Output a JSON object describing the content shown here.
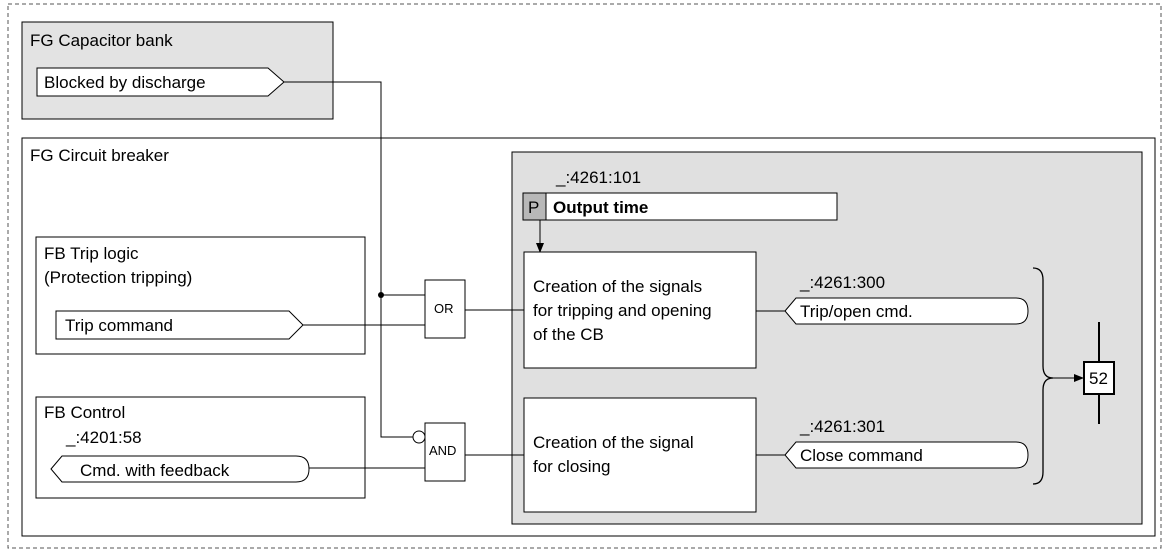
{
  "capacitor_bank": {
    "title": "FG Capacitor bank",
    "output_signal": "Blocked by discharge"
  },
  "circuit_breaker": {
    "title": "FG Circuit breaker",
    "output_time": {
      "address": "_:4261:101",
      "param_marker": "P",
      "label": "Output time"
    },
    "trip_block": {
      "lines": [
        "Creation of the signals",
        "for tripping and opening",
        "of the CB"
      ]
    },
    "close_block": {
      "lines": [
        "Creation of the signal",
        "for closing"
      ]
    },
    "trip_output": {
      "address": "_:4261:300",
      "label": "Trip/open cmd."
    },
    "close_output": {
      "address": "_:4261:301",
      "label": "Close command"
    },
    "breaker_symbol": "52"
  },
  "trip_logic": {
    "title_lines": [
      "FB Trip logic",
      "(Protection tripping)"
    ],
    "input_signal": "Trip command"
  },
  "control": {
    "title": "FB Control",
    "address": "_:4201:58",
    "input_signal": "Cmd. with feedback"
  },
  "gates": {
    "or_label": "OR",
    "and_label": "AND"
  }
}
